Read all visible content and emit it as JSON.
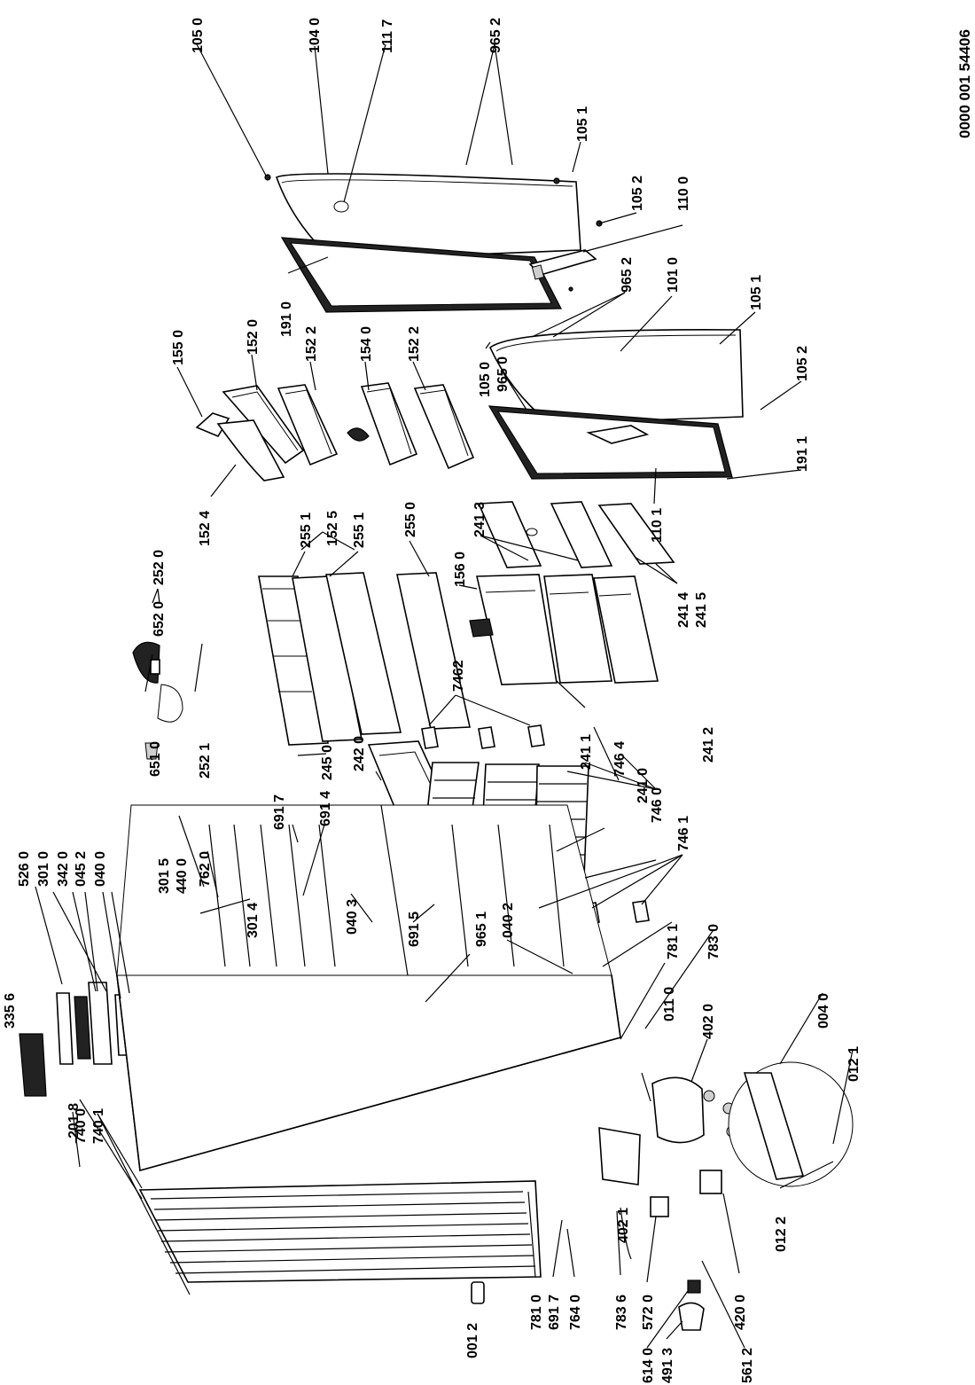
{
  "document_code": "0000 001 54406",
  "callouts": [
    {
      "key": "1050_top",
      "text": "105 0"
    },
    {
      "key": "1040",
      "text": "104 0"
    },
    {
      "key": "1117",
      "text": "111 7"
    },
    {
      "key": "9652_top",
      "text": "965 2"
    },
    {
      "key": "1051_top",
      "text": "105 1"
    },
    {
      "key": "1052_top",
      "text": "105 2"
    },
    {
      "key": "1100",
      "text": "110 0"
    },
    {
      "key": "1910",
      "text": "191 0"
    },
    {
      "key": "9652_mid",
      "text": "965 2"
    },
    {
      "key": "1010",
      "text": "101 0"
    },
    {
      "key": "1051_mid",
      "text": "105 1"
    },
    {
      "key": "1050_mid",
      "text": "105 0"
    },
    {
      "key": "9650",
      "text": "965 0"
    },
    {
      "key": "1052_mid",
      "text": "105 2"
    },
    {
      "key": "1911",
      "text": "191 1"
    },
    {
      "key": "1550",
      "text": "155 0"
    },
    {
      "key": "1520",
      "text": "152 0"
    },
    {
      "key": "1522_a",
      "text": "152 2"
    },
    {
      "key": "1540",
      "text": "154 0"
    },
    {
      "key": "1522_b",
      "text": "152 2"
    },
    {
      "key": "1524",
      "text": "152 4"
    },
    {
      "key": "2551_a",
      "text": "255 1"
    },
    {
      "key": "1525",
      "text": "152 5"
    },
    {
      "key": "2551_b",
      "text": "255 1"
    },
    {
      "key": "2550",
      "text": "255 0"
    },
    {
      "key": "2413",
      "text": "241 3"
    },
    {
      "key": "1101",
      "text": "110 1"
    },
    {
      "key": "1560",
      "text": "156 0"
    },
    {
      "key": "2414",
      "text": "241 4"
    },
    {
      "key": "2415",
      "text": "241 5"
    },
    {
      "key": "2520",
      "text": "252 0"
    },
    {
      "key": "6520",
      "text": "652 0"
    },
    {
      "key": "7462",
      "text": "7462"
    },
    {
      "key": "6510",
      "text": "651 0"
    },
    {
      "key": "2521",
      "text": "252 1"
    },
    {
      "key": "2450",
      "text": "245 0"
    },
    {
      "key": "2411",
      "text": "241 1"
    },
    {
      "key": "7464",
      "text": "746 4"
    },
    {
      "key": "2410",
      "text": "241 0"
    },
    {
      "key": "2412",
      "text": "241 2"
    },
    {
      "key": "7460",
      "text": "746 0"
    },
    {
      "key": "6917_top",
      "text": "691 7"
    },
    {
      "key": "6914",
      "text": "691 4"
    },
    {
      "key": "2420",
      "text": "242 0"
    },
    {
      "key": "7461",
      "text": "746 1"
    },
    {
      "key": "5260",
      "text": "526 0"
    },
    {
      "key": "3010",
      "text": "301 0"
    },
    {
      "key": "3420",
      "text": "342 0"
    },
    {
      "key": "0452",
      "text": "045 2"
    },
    {
      "key": "0400",
      "text": "040 0"
    },
    {
      "key": "3015",
      "text": "301 5"
    },
    {
      "key": "4400",
      "text": "440 0"
    },
    {
      "key": "7620",
      "text": "762 0"
    },
    {
      "key": "3014",
      "text": "301 4"
    },
    {
      "key": "0403",
      "text": "040 3"
    },
    {
      "key": "6915",
      "text": "691 5"
    },
    {
      "key": "9651",
      "text": "965 1"
    },
    {
      "key": "0402",
      "text": "040 2"
    },
    {
      "key": "7811",
      "text": "781 1"
    },
    {
      "key": "7830",
      "text": "783 0"
    },
    {
      "key": "3356",
      "text": "335 6"
    },
    {
      "key": "2018",
      "text": "201 8"
    },
    {
      "key": "7400",
      "text": "740 0"
    },
    {
      "key": "0110",
      "text": "011 0"
    },
    {
      "key": "4020",
      "text": "402 0"
    },
    {
      "key": "0040",
      "text": "004 0"
    },
    {
      "key": "0121",
      "text": "012 1"
    },
    {
      "key": "7401",
      "text": "740 1"
    },
    {
      "key": "4021",
      "text": "402 1"
    },
    {
      "key": "7810",
      "text": "781 0"
    },
    {
      "key": "6917_bot",
      "text": "691 7"
    },
    {
      "key": "7640",
      "text": "764 0"
    },
    {
      "key": "7836",
      "text": "783 6"
    },
    {
      "key": "5720",
      "text": "572 0"
    },
    {
      "key": "4200",
      "text": "420 0"
    },
    {
      "key": "0122",
      "text": "012 2"
    },
    {
      "key": "0012",
      "text": "001 2"
    },
    {
      "key": "6140",
      "text": "614 0"
    },
    {
      "key": "4913",
      "text": "491 3"
    },
    {
      "key": "5612",
      "text": "561 2"
    }
  ]
}
